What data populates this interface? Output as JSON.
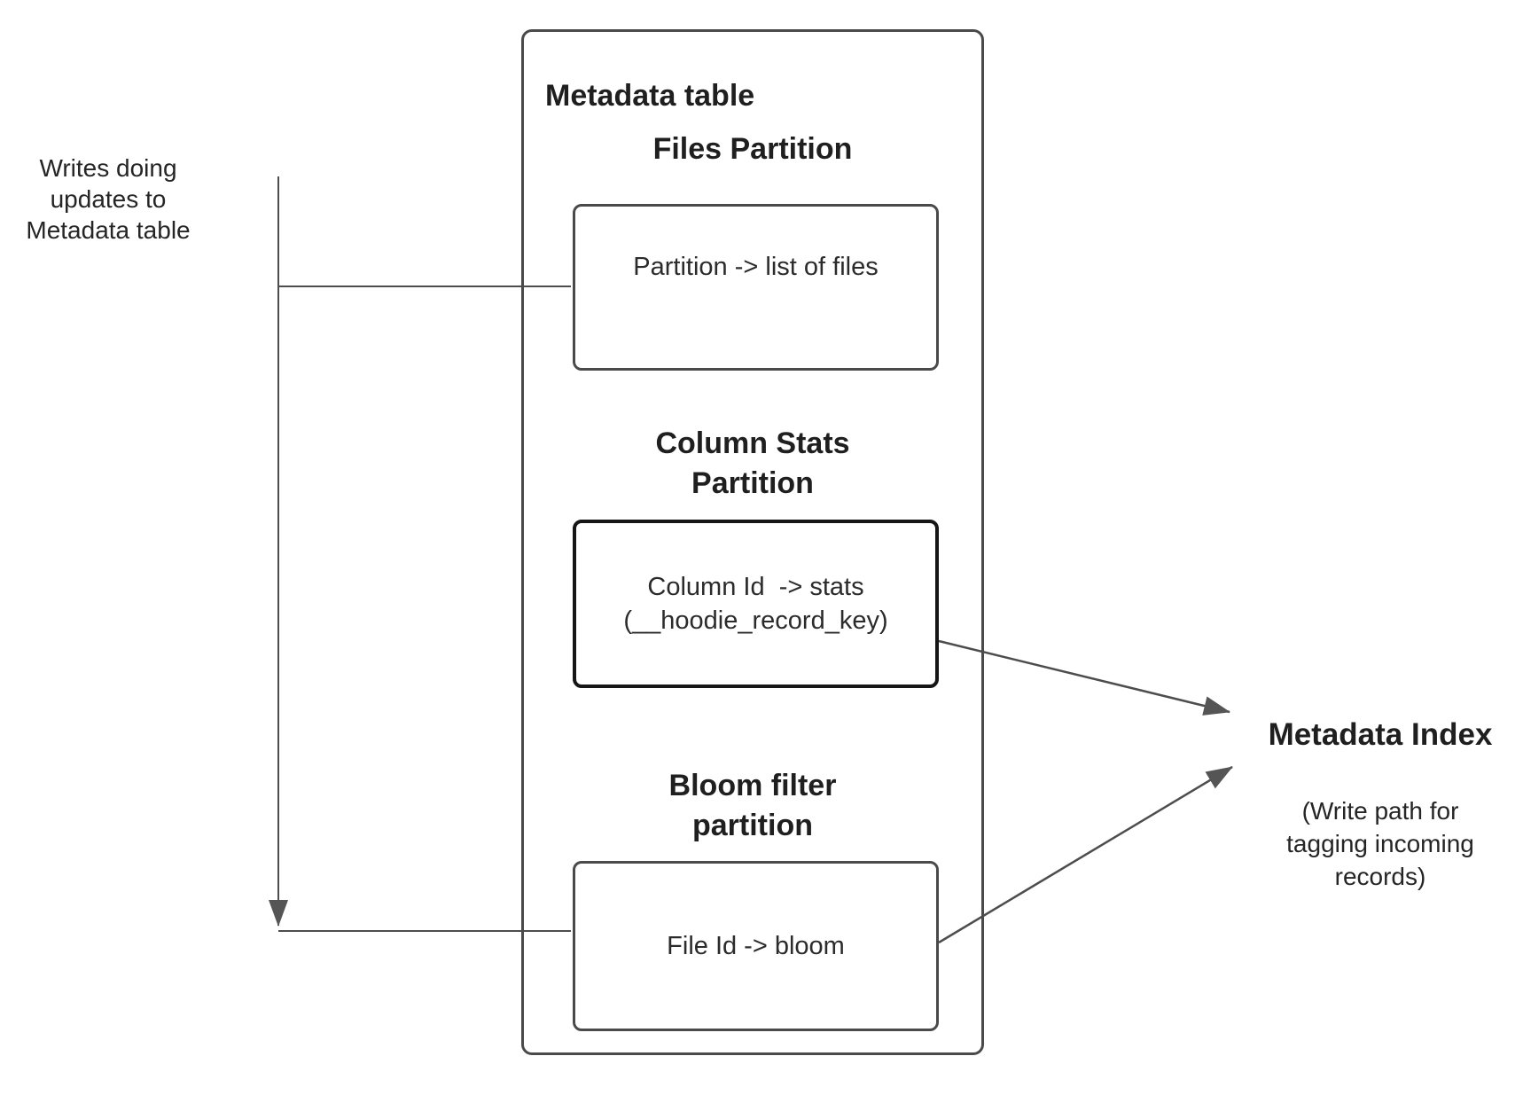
{
  "colors": {
    "background": "#ffffff",
    "line": "#4d4d4d",
    "arrowhead": "#555555",
    "box_border": "#4a4a4a",
    "strong_box_border": "#161616",
    "text": "#212121"
  },
  "note": {
    "text": "Writes doing\nupdates to\nMetadata table"
  },
  "table": {
    "title": "Metadata table",
    "files": {
      "heading": "Files Partition",
      "label": "Partition -> list of files"
    },
    "column_stats": {
      "heading": "Column Stats\nPartition",
      "label": "Column Id  -> stats\n(__hoodie_record_key)"
    },
    "bloom": {
      "heading": "Bloom filter\npartition",
      "label": "File Id -> bloom"
    }
  },
  "index": {
    "title": "Metadata Index",
    "caption": "(Write path for\ntagging incoming\nrecords)"
  }
}
